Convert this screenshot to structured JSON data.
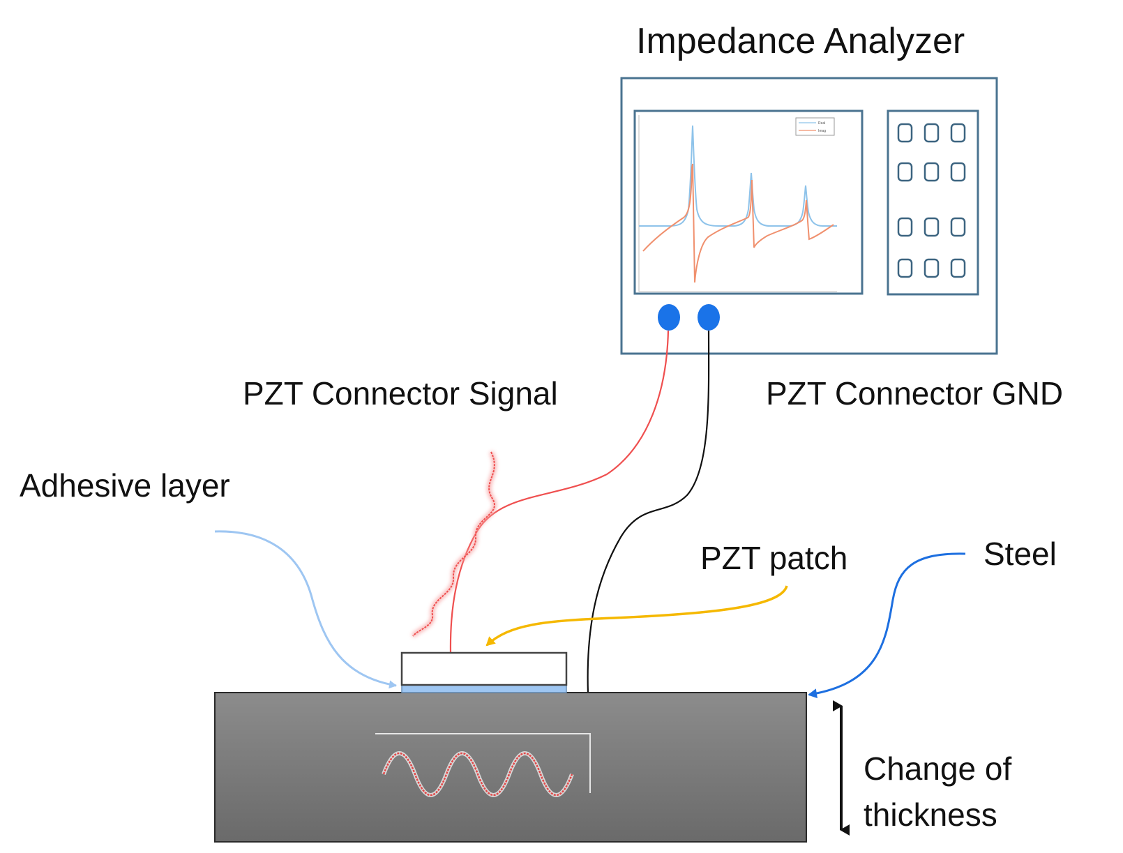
{
  "labels": {
    "analyzer_title": "Impedance Analyzer",
    "signal_connector": "PZT Connector Signal",
    "gnd_connector": "PZT Connector GND",
    "adhesive": "Adhesive layer",
    "pzt_patch": "PZT patch",
    "steel": "Steel",
    "thickness_line1": "Change of",
    "thickness_line2": "thickness"
  },
  "screen_legend": {
    "series": [
      "Real",
      "Imag"
    ]
  },
  "colors": {
    "device_outline": "#4a7390",
    "button_outline": "#3c6480",
    "connector_fill": "#1a73e8",
    "signal_wire": "#ef4f4f",
    "gnd_wire": "#111111",
    "adhesive_arrow": "#9ec6f2",
    "pzt_arrow": "#f5b800",
    "steel_arrow": "#1d6fe0",
    "real_curve": "#8ec3ea",
    "imag_curve": "#f0906e",
    "steel_fill_top": "#8a8a8a",
    "steel_fill_bottom": "#6c6c6c",
    "wave": "#e04848"
  }
}
